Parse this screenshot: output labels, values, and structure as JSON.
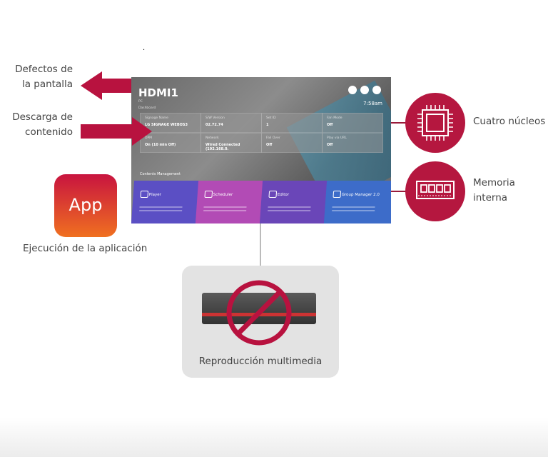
{
  "labels": {
    "defects": "Defectos de\nla pantalla",
    "download": "Descarga de\ncontenido",
    "app_caption": "Ejecución de la aplicación",
    "app_icon_text": "App",
    "quad_core": "Cuatro núcleos",
    "memory": "Memoria\ninterna",
    "media": "Reproducción multimedia"
  },
  "screen": {
    "title": "HDMI1",
    "subtitle": "PC",
    "section": "Dashboard",
    "time": "7:58am",
    "tiles": [
      {
        "key": "Signage Name",
        "value": "LG SIGNAGE WEBOS3"
      },
      {
        "key": "S/W Version",
        "value": "02.72.74"
      },
      {
        "key": "Set ID",
        "value": "1"
      },
      {
        "key": "Fan Mode",
        "value": "Off"
      },
      {
        "key": "DPM",
        "value": "On (10 min Off)"
      },
      {
        "key": "Network",
        "value": "Wired Connected (192.168.0."
      },
      {
        "key": "Fail Over",
        "value": "Off"
      },
      {
        "key": "Play via URL",
        "value": "Off"
      }
    ],
    "cm_label": "Contents Management",
    "cards": [
      {
        "title": "Player",
        "color": "#5b4fc4"
      },
      {
        "title": "Scheduler",
        "color": "#b24bb5"
      },
      {
        "title": "Editor",
        "color": "#6a46b8"
      },
      {
        "title": "Group Manager 2.0",
        "color": "#3d6cc9"
      }
    ]
  },
  "colors": {
    "accent": "#b8123f"
  }
}
